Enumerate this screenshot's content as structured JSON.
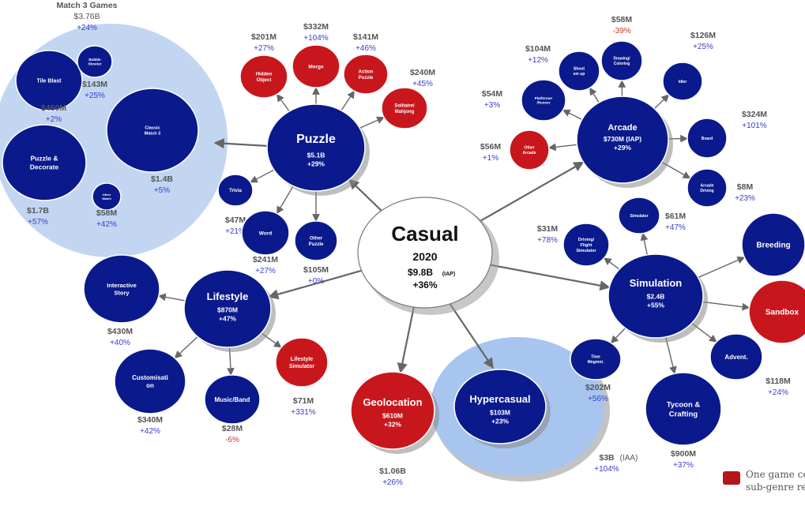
{
  "colors": {
    "node_blue": "#0a1a8c",
    "node_red": "#c8171c",
    "group_fill": "#c2d6f2",
    "hyper_ring": "#a7c5ee",
    "arrow": "#666666",
    "value_text": "#555555",
    "pct_pos": "#3b3bd0",
    "pct_neg": "#c0392b"
  },
  "center": {
    "title": "Casual",
    "year": "2020",
    "value": "$9.8B",
    "value_note": "(IAP)",
    "pct": "+36%"
  },
  "match3": {
    "title": "Match 3 Games",
    "value": "$3.76B",
    "pct": "+24%"
  },
  "nodes": [
    {
      "id": "tile-blast",
      "label": [
        "Tile Blast"
      ],
      "color": "blue",
      "value": "$460M",
      "pct": "+2%"
    },
    {
      "id": "bubble-shooter",
      "label": [
        "Bubble",
        "Shooter"
      ],
      "color": "blue",
      "value": "$143M",
      "pct": "+25%"
    },
    {
      "id": "classic-match3",
      "label": [
        "Classic",
        "Match 3"
      ],
      "color": "blue",
      "value": "$1.4B",
      "pct": "+5%"
    },
    {
      "id": "puzzle-decorate",
      "label": [
        "Puzzle &",
        "Decorate"
      ],
      "color": "blue",
      "value": "$1.7B",
      "pct": "+57%"
    },
    {
      "id": "other-match",
      "label": [
        "Other",
        "Match"
      ],
      "color": "blue",
      "value": "$58M",
      "pct": "+42%"
    },
    {
      "id": "puzzle",
      "label": [
        "Puzzle"
      ],
      "color": "blue",
      "sub": [
        "$5.1B",
        "+29%"
      ],
      "hub": true
    },
    {
      "id": "hidden-object",
      "label": [
        "Hidden",
        "Object"
      ],
      "color": "red",
      "value": "$201M",
      "pct": "+27%"
    },
    {
      "id": "merge",
      "label": [
        "Merge"
      ],
      "color": "red",
      "value": "$332M",
      "pct": "+104%"
    },
    {
      "id": "action-puzzle",
      "label": [
        "Action",
        "Puzzle"
      ],
      "color": "red",
      "value": "$141M",
      "pct": "+46%"
    },
    {
      "id": "solitaire-mahjong",
      "label": [
        "Solitaire/",
        "Mahjong"
      ],
      "color": "red",
      "value": "$240M",
      "pct": "+45%"
    },
    {
      "id": "trivia",
      "label": [
        "Trivia"
      ],
      "color": "blue",
      "value": "$47M",
      "pct": "+21%"
    },
    {
      "id": "word",
      "label": [
        "Word"
      ],
      "color": "blue",
      "value": "$241M",
      "pct": "+27%"
    },
    {
      "id": "other-puzzle",
      "label": [
        "Other",
        "Puzzle"
      ],
      "color": "blue",
      "value": "$105M",
      "pct": "+0%"
    },
    {
      "id": "arcade",
      "label": [
        "Arcade"
      ],
      "color": "blue",
      "sub": [
        "$730M (IAP)",
        "+29%"
      ],
      "hub": true
    },
    {
      "id": "drawing-coloring",
      "label": [
        "Drawing/",
        "Coloring"
      ],
      "color": "blue",
      "value": "$58M",
      "pct": "-39%"
    },
    {
      "id": "shoot-em-up",
      "label": [
        "Shoot",
        "em up"
      ],
      "color": "blue",
      "value": "$104M",
      "pct": "+12%"
    },
    {
      "id": "platformer-runner",
      "label": [
        "Platformer",
        "/Runner"
      ],
      "color": "blue",
      "value": "$54M",
      "pct": "+3%"
    },
    {
      "id": "other-arcade",
      "label": [
        "Other",
        "Arcade"
      ],
      "color": "red",
      "value": "$56M",
      "pct": "+1%"
    },
    {
      "id": "idler",
      "label": [
        "Idler"
      ],
      "color": "blue",
      "value": "$126M",
      "pct": "+25%"
    },
    {
      "id": "board",
      "label": [
        "Board"
      ],
      "color": "blue",
      "value": "$324M",
      "pct": "+101%"
    },
    {
      "id": "arcade-driving",
      "label": [
        "Arcade",
        "Driving"
      ],
      "color": "blue",
      "value": "$8M",
      "pct": "+23%"
    },
    {
      "id": "simulation",
      "label": [
        "Simulation"
      ],
      "color": "blue",
      "sub": [
        "$2.4B",
        "+55%"
      ],
      "hub": true
    },
    {
      "id": "simulator",
      "label": [
        "Simulator"
      ],
      "color": "blue",
      "value": "$61M",
      "pct": "+47%"
    },
    {
      "id": "driving-flight",
      "label": [
        "Driving/",
        "Flight",
        "Simulator"
      ],
      "color": "blue",
      "value": "$31M",
      "pct": "+78%"
    },
    {
      "id": "breeding",
      "label": [
        "Breeding"
      ],
      "color": "blue"
    },
    {
      "id": "sandbox",
      "label": [
        "Sandbox"
      ],
      "color": "red"
    },
    {
      "id": "time-mgmt",
      "label": [
        "Time",
        "Mngmnt."
      ],
      "color": "blue",
      "value": "$202M",
      "pct": "+56%"
    },
    {
      "id": "tycoon-crafting",
      "label": [
        "Tycoon &",
        "Crafting"
      ],
      "color": "blue",
      "value": "$900M",
      "pct": "+37%"
    },
    {
      "id": "advent",
      "label": [
        "Advent."
      ],
      "color": "blue",
      "value": "$118M",
      "pct": "+24%"
    },
    {
      "id": "lifestyle",
      "label": [
        "Lifestyle"
      ],
      "color": "blue",
      "sub": [
        "$870M",
        "+47%"
      ],
      "hub": true
    },
    {
      "id": "interactive-story",
      "label": [
        "Interactive",
        "Story"
      ],
      "color": "blue",
      "value": "$430M",
      "pct": "+40%"
    },
    {
      "id": "customisation",
      "label": [
        "Customisati",
        "on"
      ],
      "color": "blue",
      "value": "$340M",
      "pct": "+42%"
    },
    {
      "id": "music-band",
      "label": [
        "Music/Band"
      ],
      "color": "blue",
      "value": "$28M",
      "pct": "-6%"
    },
    {
      "id": "lifestyle-simulator",
      "label": [
        "Lifestyle",
        "Simulator"
      ],
      "color": "red",
      "value": "$71M",
      "pct": "+331%"
    },
    {
      "id": "geolocation",
      "label": [
        "Geolocation"
      ],
      "color": "red",
      "sub": [
        "$610M",
        "+32%"
      ],
      "hub": true,
      "value": "$1.06B",
      "pct": "+26%"
    },
    {
      "id": "hypercasual",
      "label": [
        "Hypercasual"
      ],
      "color": "blue",
      "sub": [
        "$103M",
        "+23%"
      ],
      "hub": true,
      "value": "$3B",
      "value_note": "(IAA)",
      "pct": "+104%"
    }
  ],
  "legend": {
    "line1": "One game co",
    "line2": "sub-genre re"
  }
}
